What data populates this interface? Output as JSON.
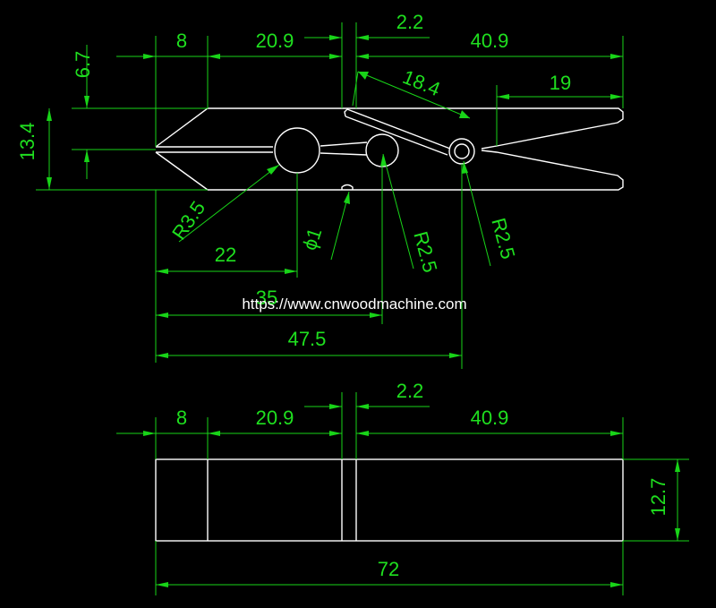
{
  "colors": {
    "background": "#000000",
    "dimension": "#1fe01f",
    "outline": "#ffffff"
  },
  "watermark": "https://www.cnwoodmachine.com",
  "side_view": {
    "dims": {
      "top_8": "8",
      "top_20_9": "20.9",
      "top_2_2": "2.2",
      "top_40_9": "40.9",
      "h_6_7": "6.7",
      "h_13_4": "13.4",
      "slot_18_4": "18.4",
      "tip_19": "19",
      "r3_5": "R3.5",
      "phi1": "ϕ1",
      "r2_5_a": "R2.5",
      "r2_5_b": "R2.5",
      "len_22": "22",
      "len_35": "35",
      "len_47_5": "47.5"
    }
  },
  "top_view": {
    "dims": {
      "d_8": "8",
      "d_20_9": "20.9",
      "d_2_2": "2.2",
      "d_40_9": "40.9",
      "h_12_7": "12.7",
      "total_72": "72"
    }
  }
}
